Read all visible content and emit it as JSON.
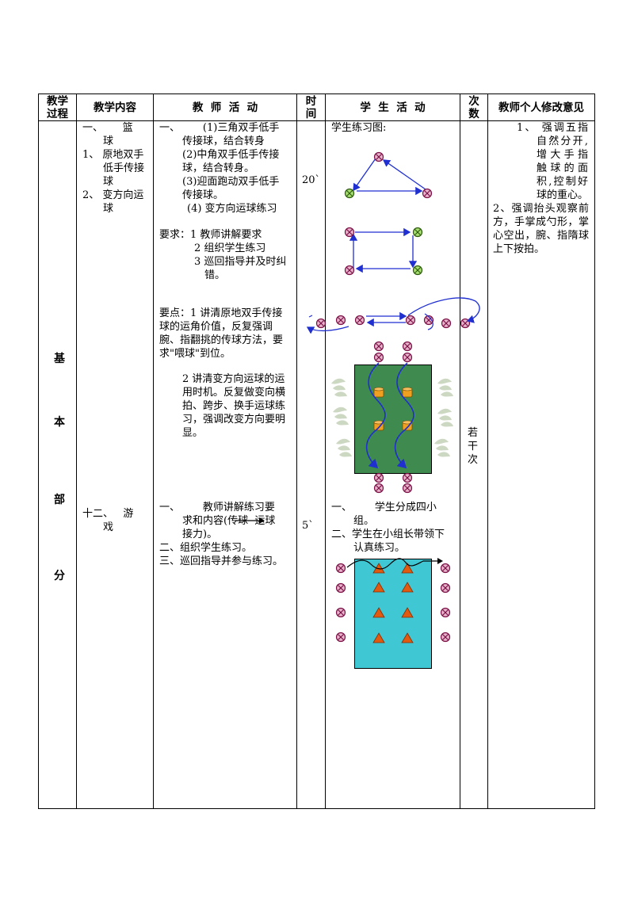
{
  "header": {
    "col1": "教学\n过程",
    "col2": "教学内容",
    "col3": "教  师  活  动",
    "col4": "时\n间",
    "col5": "学  生  活  动",
    "col6": "次\n数",
    "col7": "教师个人修改意见"
  },
  "section": [
    "基",
    "本",
    "部",
    "分"
  ],
  "content": {
    "a1": "一、      篮",
    "a2": "球",
    "a3": "1、 原地双手",
    "a4": "低手传接",
    "a5": "球",
    "a6": "2、 变方向运",
    "a7": "球",
    "b1": "十二、   游",
    "b2": "戏"
  },
  "teacher": {
    "l1": "一、       (1)三角双手低手",
    "l2": "传接球，结合转身",
    "l3": "(2)中角双手低手传接",
    "l4": "球，结合转身。",
    "l5": "(3)迎面跑动双手低手",
    "l6": "传接球。",
    "l7": "(4) 变方向运球练习",
    "r1": "要求：1 教师讲解要求",
    "r2": "2 组织学生练习",
    "r3": "3 巡回指导并及时纠",
    "r4": "错。",
    "p1": "要点：1 讲清原地双手传接",
    "p2": "球的运角价值，反复强调",
    "p3": "腕、指翻挑的传球方法，要",
    "p4": "求\"喂球\"到位。",
    "q1": "2 讲清变方向运球的运",
    "q2": "用时机。反复做变向横",
    "q3": "拍、跨步、换手运球练",
    "q4": "习，强调改变方向要明",
    "q5": "显。",
    "g1": "一、       教师讲解练习要",
    "g2": "求和内容(传球  运球",
    "g3": "接力)。",
    "g4": "二、组织学生练习。",
    "g5": "三、巡回指导并参与练习。"
  },
  "time": {
    "t1": "20`",
    "t2": "5`"
  },
  "student": {
    "s1": "学生练习图:",
    "s2": "一、       学生分成四小",
    "s3": "组。",
    "s4": "二、学生在小组长带领下",
    "s5": "认真练习。"
  },
  "count": {
    "c1": "若",
    "c2": "干",
    "c3": "次"
  },
  "notes": {
    "n1": "1、 强调五指",
    "n2": "自然分开,",
    "n3": "增大手指",
    "n4": "触球的面",
    "n5": "积,控制好",
    "n6": "球的重心。",
    "n7": "2、强调抬头观察前",
    "n8": "方，手掌成勺形，掌",
    "n9": "心空出，腕、指隋球",
    "n10": "上下按拍。"
  },
  "colors": {
    "arrow": "#1f2fd0",
    "court_green": "#3f8a4e",
    "court_cyan": "#3fc8d4",
    "player": "#c8206e",
    "cone": "#e05a10",
    "barrel": "#f0a020"
  }
}
